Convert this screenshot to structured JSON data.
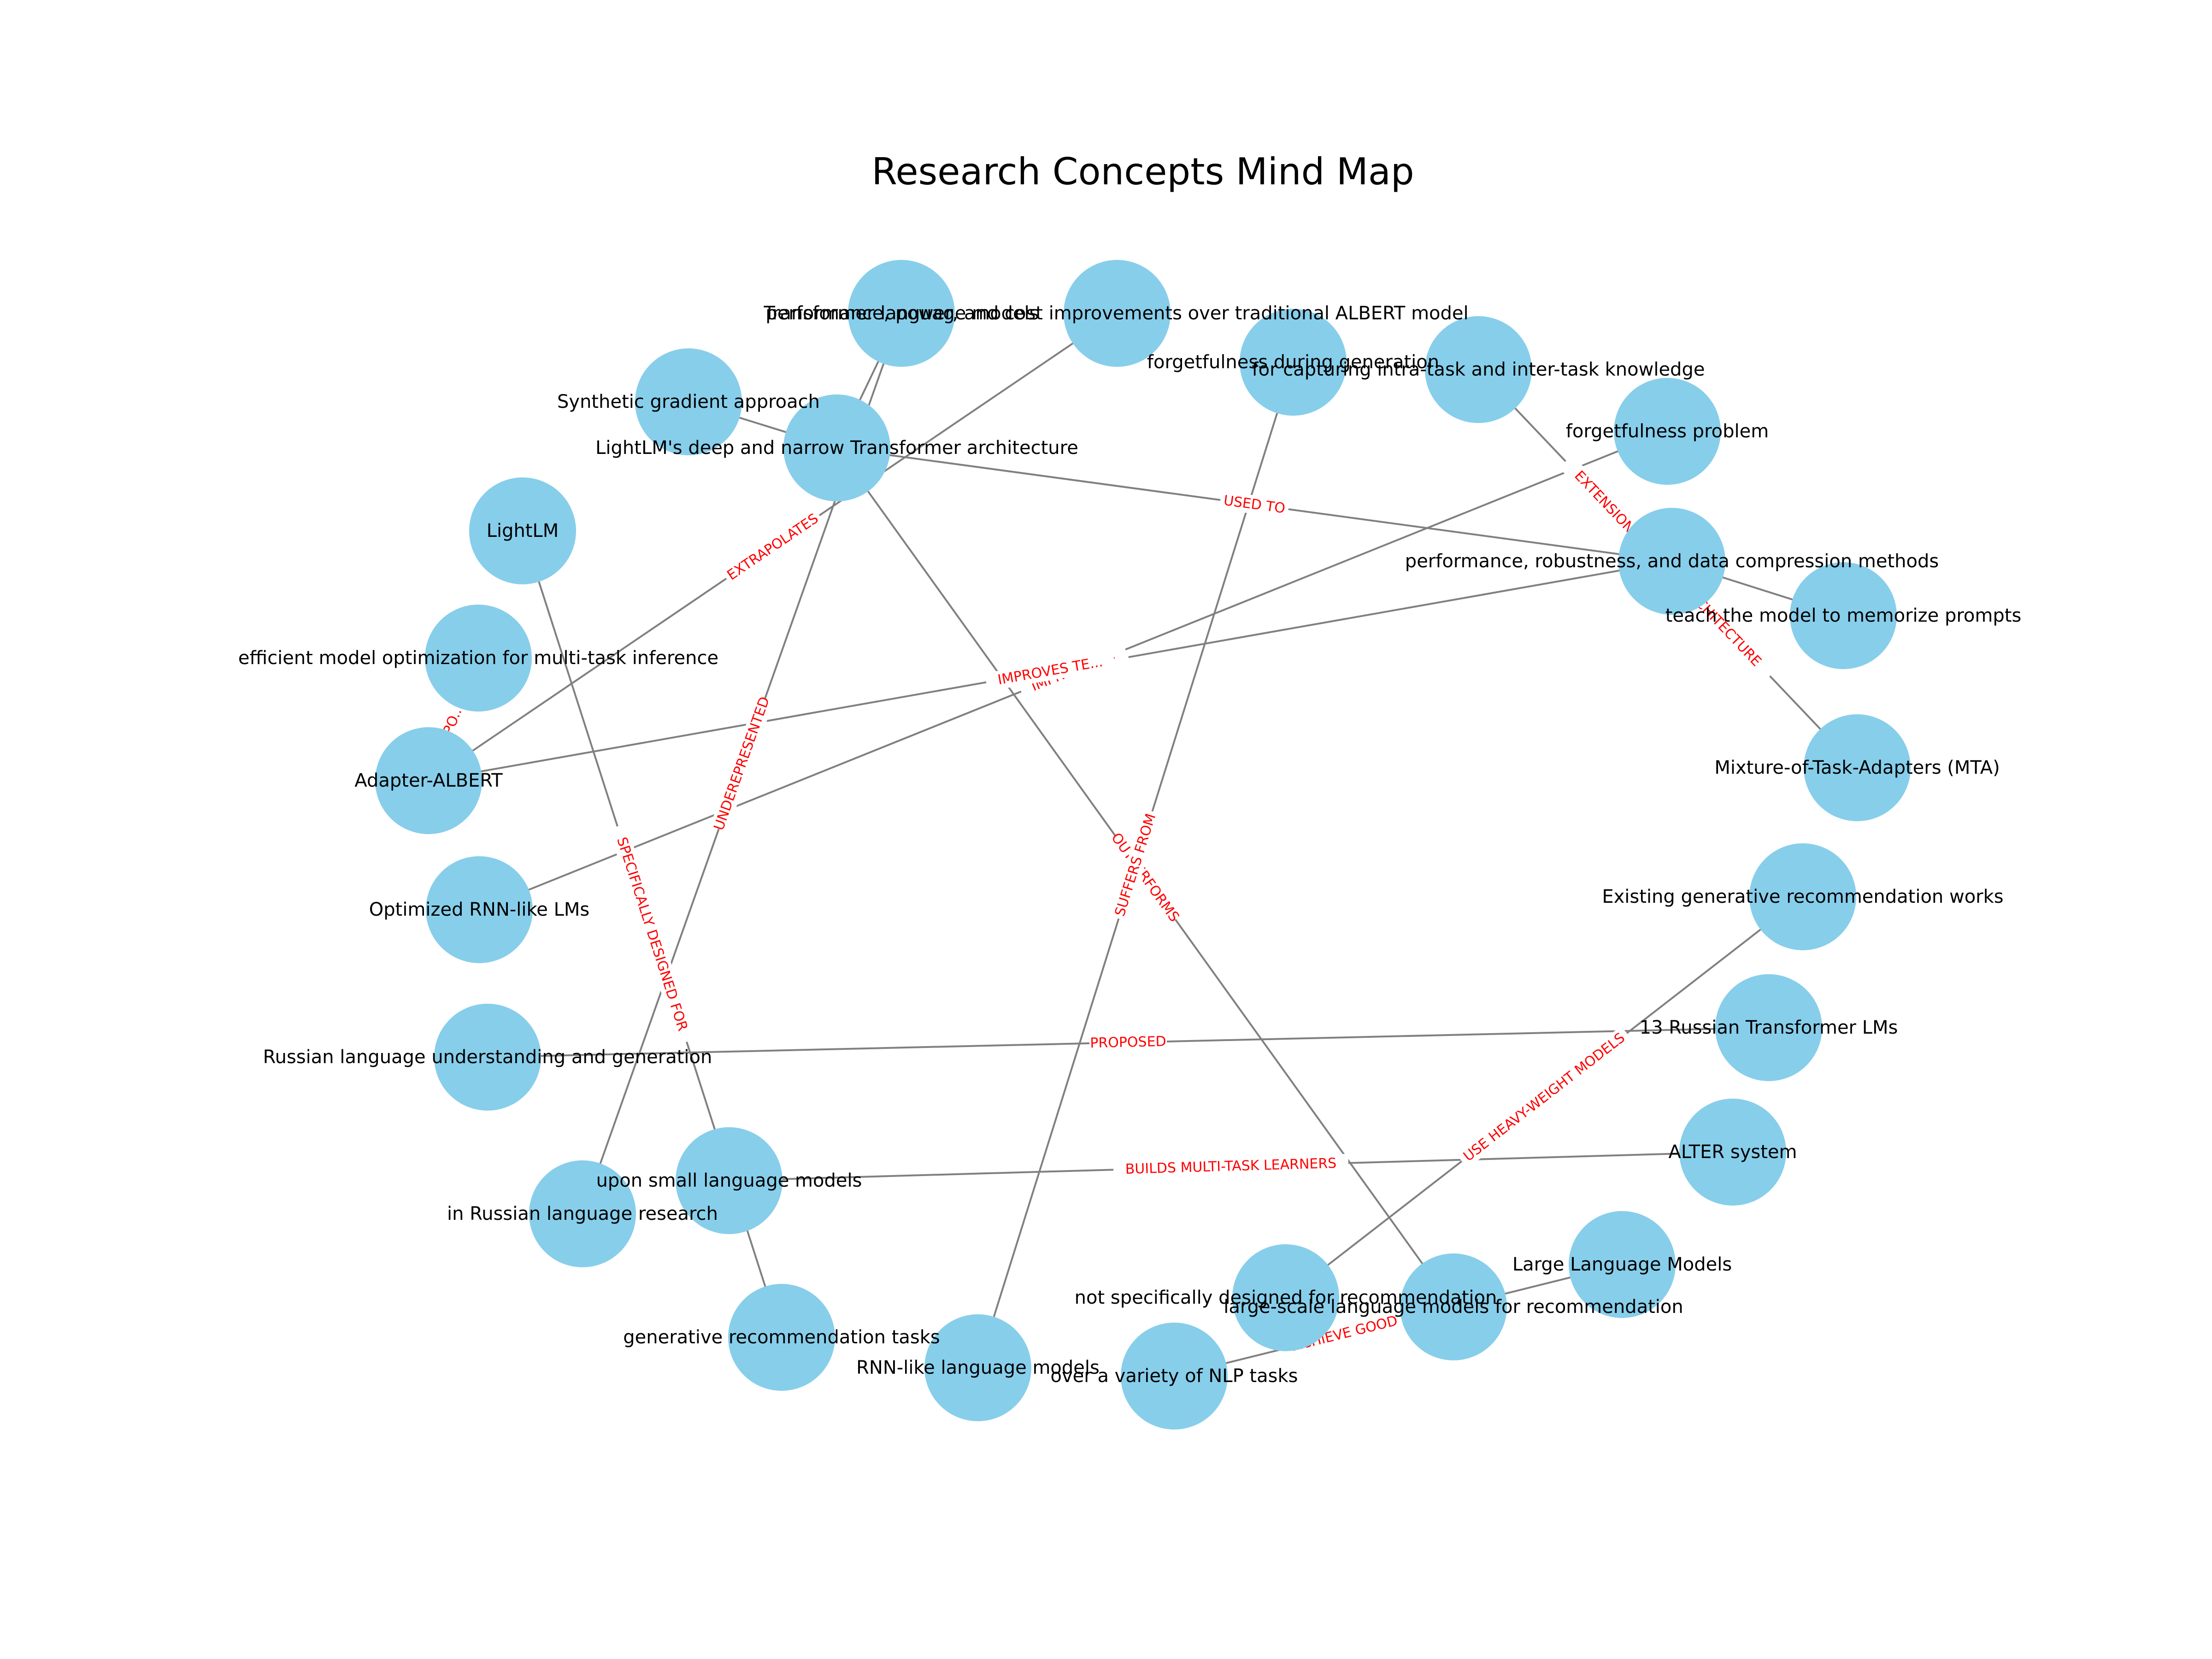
{
  "title": "Research Concepts Mind Map",
  "colors": {
    "node": "#87ceeb",
    "edge": "#808080",
    "edge_label": "#ff0000",
    "text": "#000000"
  },
  "nodes": [
    {
      "id": "tlm",
      "label": "Transformer language models"
    },
    {
      "id": "perf",
      "label": "performance, power, and cost improvements over traditional ALBERT model"
    },
    {
      "id": "fdg",
      "label": "forgetfulness during generation"
    },
    {
      "id": "cap",
      "label": "for capturing intra-task and inter-task knowledge"
    },
    {
      "id": "sga",
      "label": "Synthetic gradient approach"
    },
    {
      "id": "llmarch",
      "label": "LightLM's deep and narrow Transformer architecture"
    },
    {
      "id": "forget",
      "label": "forgetfulness problem"
    },
    {
      "id": "lightlm",
      "label": "LightLM"
    },
    {
      "id": "prc",
      "label": "performance, robustness, and data compression methods"
    },
    {
      "id": "teach",
      "label": "teach the model to memorize prompts"
    },
    {
      "id": "eff",
      "label": "efficient model optimization for multi-task inference"
    },
    {
      "id": "mta",
      "label": "Mixture-of-Task-Adapters (MTA)"
    },
    {
      "id": "adapter",
      "label": "Adapter-ALBERT"
    },
    {
      "id": "rnnopt",
      "label": "Optimized RNN-like LMs"
    },
    {
      "id": "egrw",
      "label": "Existing generative recommendation works"
    },
    {
      "id": "rlug",
      "label": "Russian language understanding and generation"
    },
    {
      "id": "r13",
      "label": "13 Russian Transformer LMs"
    },
    {
      "id": "alter",
      "label": "ALTER system"
    },
    {
      "id": "usm",
      "label": "upon small language models"
    },
    {
      "id": "rlr",
      "label": "in Russian language research"
    },
    {
      "id": "llm",
      "label": "Large Language Models"
    },
    {
      "id": "nsd",
      "label": "not specifically designed for recommendation"
    },
    {
      "id": "lslm",
      "label": "large-scale language models for recommendation"
    },
    {
      "id": "grt",
      "label": "generative recommendation tasks"
    },
    {
      "id": "rnn",
      "label": "RNN-like language models"
    },
    {
      "id": "nlp",
      "label": "over a variety of NLP tasks"
    }
  ],
  "edges": [
    {
      "from": "sga",
      "to": "llmarch",
      "label": ""
    },
    {
      "from": "tlm",
      "to": "llmarch",
      "label": ""
    },
    {
      "from": "llmarch",
      "to": "prc",
      "label": "USED TO"
    },
    {
      "from": "llmarch",
      "to": "lslm",
      "label": "OUTPERFORMS"
    },
    {
      "from": "perf",
      "to": "adapter",
      "label": "EXTRAPOLATES"
    },
    {
      "from": "cap",
      "to": "mta",
      "label": "EXTENSION TO THE ... ARCHITECTURE"
    },
    {
      "from": "fdg",
      "to": "rnn",
      "label": "SUFFERS FROM"
    },
    {
      "from": "forget",
      "to": "rnnopt",
      "label": "IMPROVES ..."
    },
    {
      "from": "prc",
      "to": "adapter",
      "label": "IMPROVES TE..."
    },
    {
      "from": "prc",
      "to": "teach",
      "label": ""
    },
    {
      "from": "eff",
      "to": "adapter",
      "label": "PO..."
    },
    {
      "from": "lightlm",
      "to": "grt",
      "label": "SPECIFICALLY DESIGNED FOR"
    },
    {
      "from": "tlm",
      "to": "rlr",
      "label": "UNDEREPRESENTED"
    },
    {
      "from": "rlug",
      "to": "r13",
      "label": "PROPOSED"
    },
    {
      "from": "usm",
      "to": "alter",
      "label": "BUILDS MULTI-TASK LEARNERS"
    },
    {
      "from": "egrw",
      "to": "nsd",
      "label": "USE HEAVY-WEIGHT MODELS"
    },
    {
      "from": "llm",
      "to": "nlp",
      "label": "ACHIEVE GOOD PERFORMANCE"
    }
  ]
}
